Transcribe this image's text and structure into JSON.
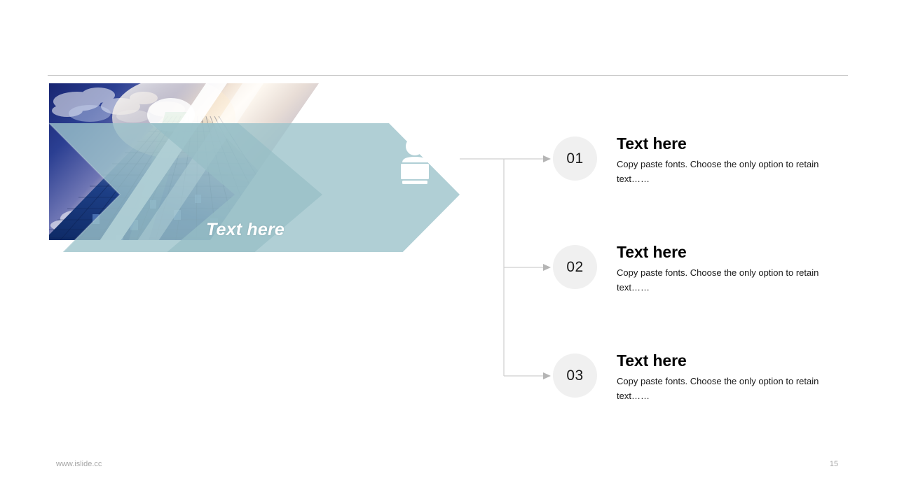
{
  "slide": {
    "page_number": "15",
    "footer_url": "www.islide.cc"
  },
  "visual": {
    "label": "Text here",
    "icon": "presenter-person-icon",
    "band_color": "#9cc3cb",
    "band_accent_color": "#8bb6bf",
    "photo_alt": "skyscraper-against-sky-photo"
  },
  "items": [
    {
      "number": "01",
      "title": "Text here",
      "description": "Copy paste fonts. Choose the only option to retain text……"
    },
    {
      "number": "02",
      "title": "Text here",
      "description": "Copy paste fonts. Choose the only option to retain text……"
    },
    {
      "number": "03",
      "title": "Text here",
      "description": "Copy paste fonts. Choose the only option to retain text……"
    }
  ],
  "colors": {
    "accent": "#9cc3cb",
    "badge_bg": "#f0f0f0",
    "connector": "#cfcfcf",
    "rule": "#b9b9b9",
    "footer_text": "#a6a6a6"
  }
}
